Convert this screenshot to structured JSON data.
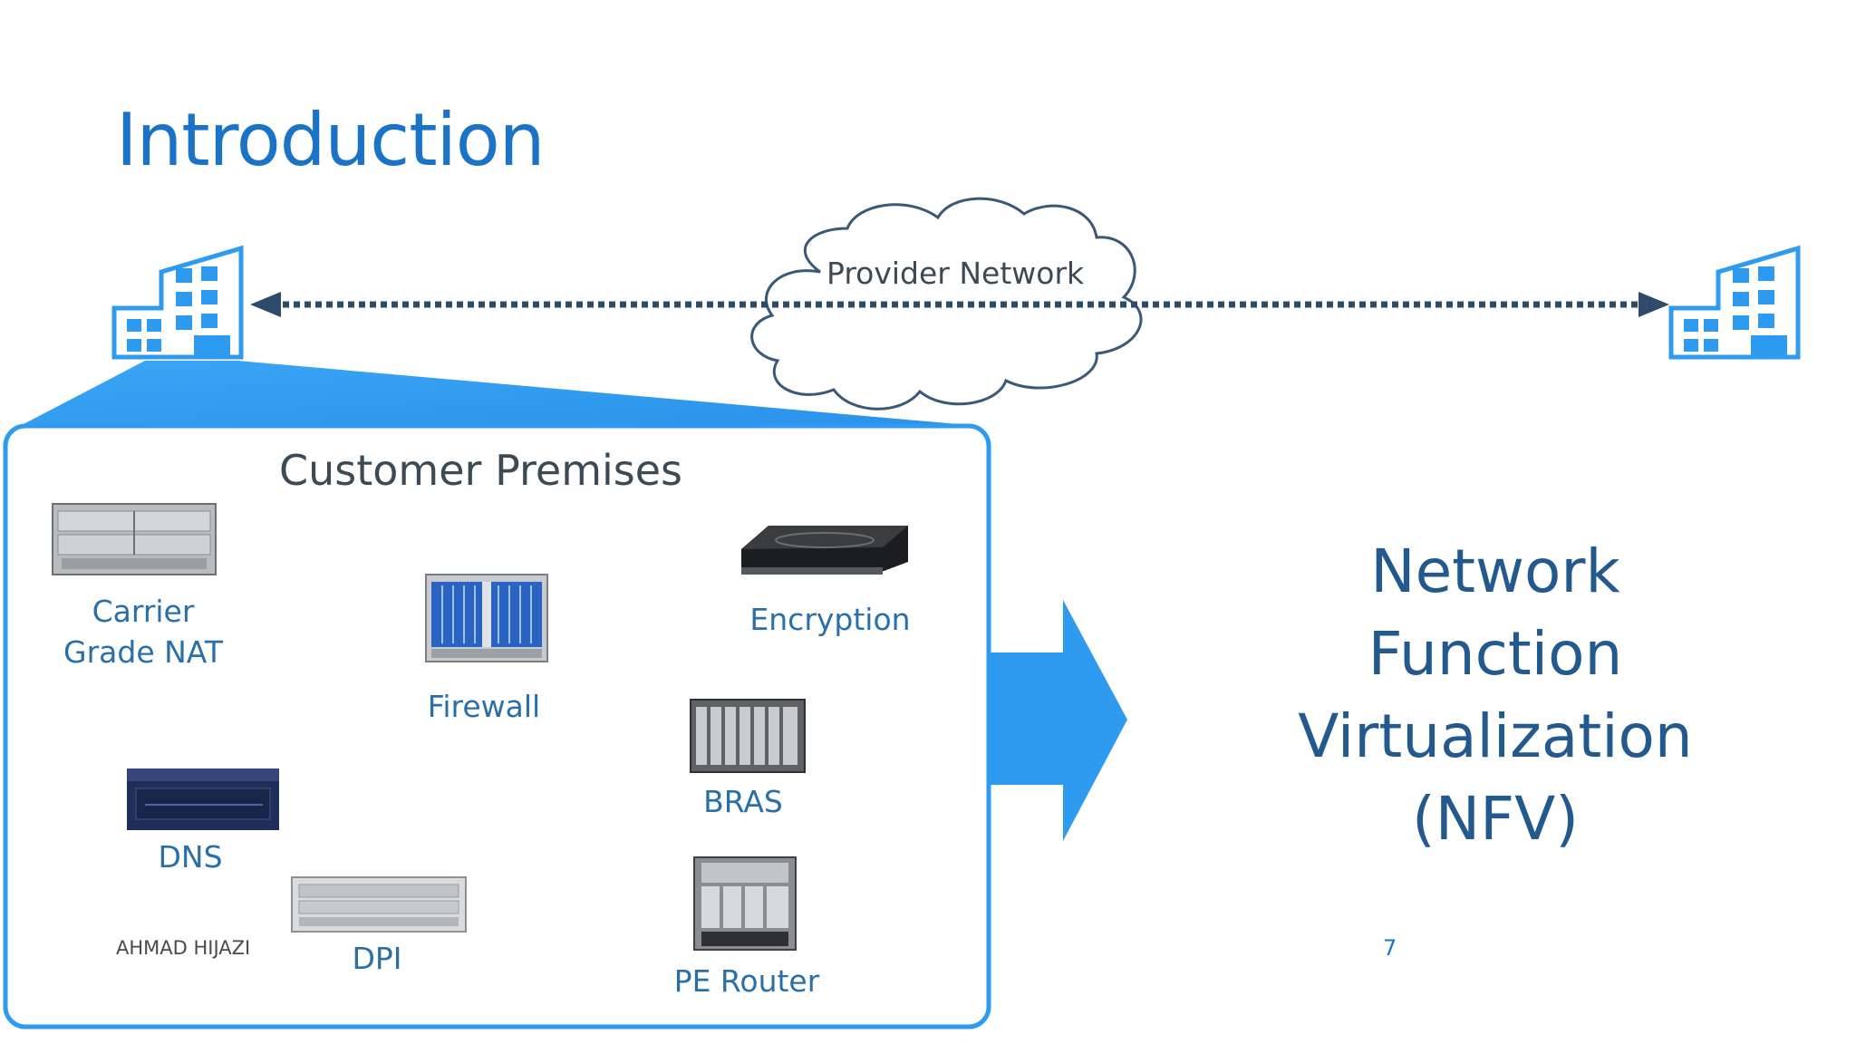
{
  "slide": {
    "title": "Introduction",
    "footer_author": "AHMAD HIJAZI",
    "page_number": "7"
  },
  "diagram": {
    "cloud_label": "Provider Network",
    "premises_label": "Customer Premises",
    "devices": [
      {
        "icon": "carrier-grade-nat-icon",
        "label_line1": "Carrier",
        "label_line2": "Grade NAT"
      },
      {
        "icon": "firewall-icon",
        "label": "Firewall"
      },
      {
        "icon": "encryption-icon",
        "label": "Encryption"
      },
      {
        "icon": "bras-icon",
        "label": "BRAS"
      },
      {
        "icon": "dns-icon",
        "label": "DNS"
      },
      {
        "icon": "dpi-icon",
        "label": "DPI"
      },
      {
        "icon": "pe-router-icon",
        "label": "PE Router"
      }
    ],
    "nfv_lines": [
      "Network",
      "Function",
      "Virtualization",
      "(NFV)"
    ],
    "colors": {
      "accent": "#2f9bf0",
      "title": "#1a73c6",
      "nfv_text": "#23598c",
      "connector": "#2f4a6a"
    }
  }
}
